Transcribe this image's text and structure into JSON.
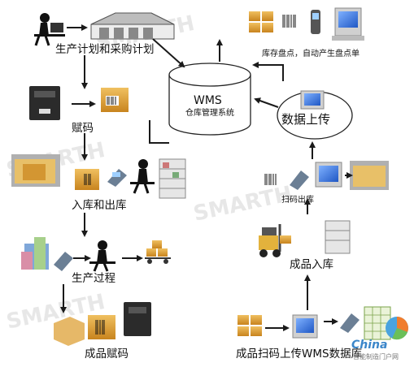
{
  "labels": {
    "plan": "生产计划和采购计划",
    "assign_code": "赋码",
    "in_out": "入库和出库",
    "production": "生产过程",
    "product_code": "成品赋码",
    "wms_title": "WMS",
    "wms_sub": "仓库管理系统",
    "inventory": "库存盘点，自动产生盘点单",
    "upload": "数据上传",
    "scan_out": "扫码出库",
    "product_in": "成品入库",
    "scan_upload": "成品扫码上传WMS数据库"
  },
  "watermark": {
    "text": "SMARTH",
    "logo_letters": "China",
    "logo_sub": "智能制造门户网"
  },
  "colors": {
    "arrow": "#1a1a1a",
    "cylinder_stroke": "#222222",
    "box": "#d9982e",
    "monitor": "#3a6fd0"
  }
}
